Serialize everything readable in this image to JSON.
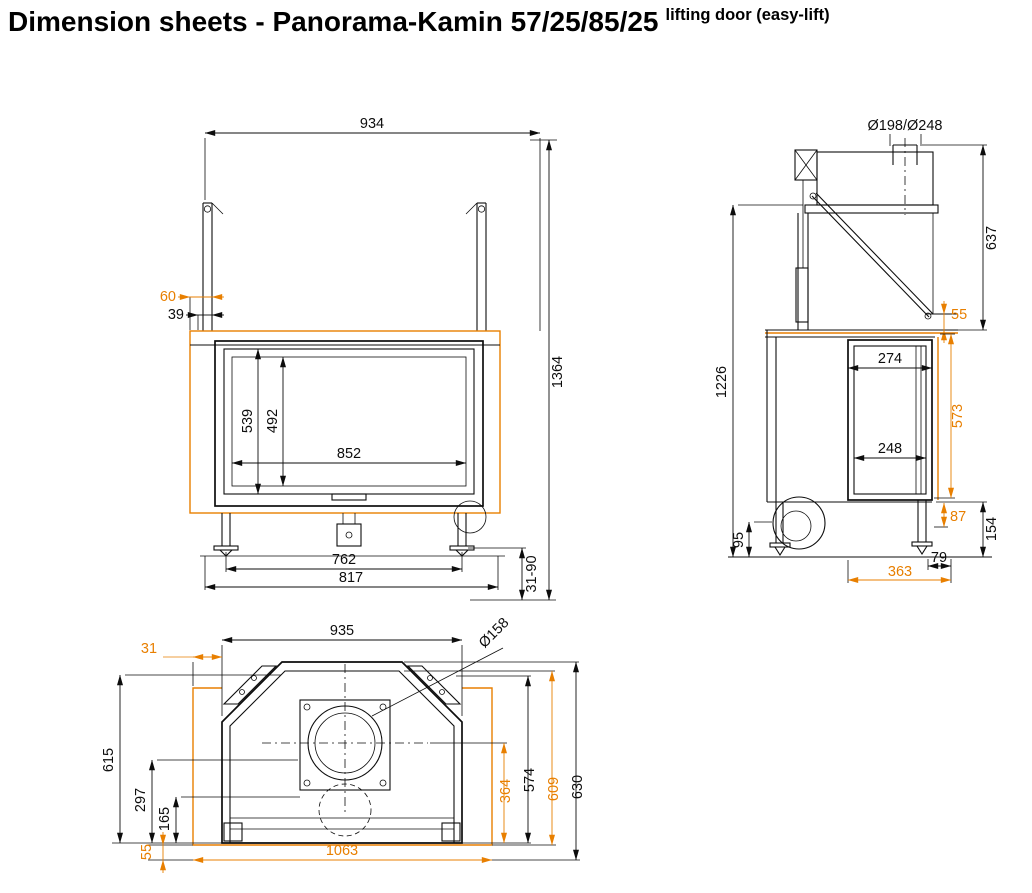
{
  "title": "Dimension sheets - Panorama-Kamin 57/25/85/25",
  "title_suffix": "lifting door (easy-lift)",
  "colors": {
    "accent": "#e87f00",
    "line": "#0d0d0d"
  },
  "views": {
    "front": {
      "dims": {
        "overall_width": "934",
        "left_offset": "60",
        "rail_offset": "39",
        "overall_height": "1364",
        "opening_height": "539",
        "glass_height": "492",
        "glass_width": "852",
        "base_inner_width": "762",
        "base_outer_width": "817",
        "foot_adjust_range": "31-90"
      }
    },
    "side": {
      "dims": {
        "flue_diameter": "Ø198/Ø248",
        "upper_height": "637",
        "top_offset": "55",
        "total_height": "1226",
        "top_depth": "274",
        "glass_depth": "248",
        "door_height": "573",
        "floor_clearance": "95",
        "plinth_offset": "87",
        "plinth_height": "154",
        "foot_inset": "79",
        "base_depth": "363"
      }
    },
    "top": {
      "dims": {
        "front_width": "935",
        "flue_diameter": "Ø158",
        "side_offset": "31",
        "body_depth": "615",
        "rear_depth_mid": "297",
        "rear_depth_inner": "165",
        "flue_to_back": "364",
        "glass_to_back": "574",
        "inner_depth": "609",
        "overall_depth": "630",
        "rear_offset": "55",
        "overall_width": "1063"
      }
    }
  }
}
